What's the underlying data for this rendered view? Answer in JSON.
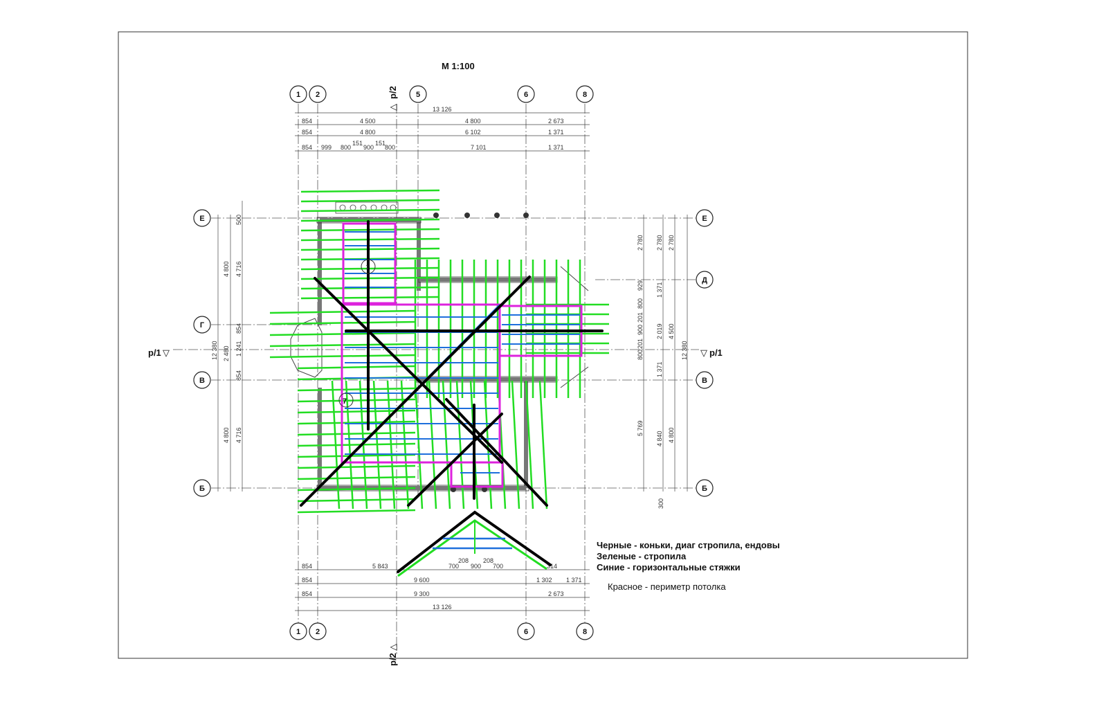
{
  "scale": "М 1:100",
  "axes_top": [
    "1",
    "2",
    "5",
    "6",
    "8"
  ],
  "axes_bottom": [
    "1",
    "2",
    "6",
    "8"
  ],
  "axes_left": [
    "Е",
    "Г",
    "В",
    "Б"
  ],
  "axes_right": [
    "Е",
    "Д",
    "В",
    "Б"
  ],
  "sections": {
    "left": "р/1",
    "right": "р/1",
    "top": "р/2",
    "bottom": "р/2"
  },
  "dims_top": {
    "row1": [
      "13 126"
    ],
    "row2": [
      "854",
      "4 500",
      "4 800",
      "2 673"
    ],
    "row3": [
      "854",
      "4 800",
      "6 102",
      "1 371"
    ],
    "row4": [
      "854",
      "999",
      "800",
      "151",
      "900",
      "151",
      "800",
      "7 101",
      "1 371"
    ]
  },
  "dims_bottom": {
    "row1": [
      "854",
      "5 843",
      "208",
      "700",
      "900",
      "208",
      "700",
      "314"
    ],
    "row2": [
      "854",
      "9 600",
      "1 302",
      "1 371"
    ],
    "row3": [
      "854",
      "9 300",
      "2 673"
    ],
    "row4": [
      "13 126"
    ]
  },
  "dims_left": {
    "outer": [
      "12 380"
    ],
    "mid": [
      "4 800",
      "2 480",
      "4 800"
    ],
    "inner": [
      "500",
      "4 716",
      "854",
      "1 241",
      "854",
      "4 716"
    ]
  },
  "dims_right": {
    "outer": [
      "12 380"
    ],
    "mid": [
      "2 780",
      "4 500",
      "4 800"
    ],
    "inner": [
      "2 780",
      "1 371",
      "2 019",
      "1 371",
      "4 840"
    ],
    "near": [
      "2 780",
      "929",
      "800",
      "201",
      "900",
      "201",
      "800",
      "5 769",
      "300"
    ]
  },
  "room_labels": [
    "1",
    "7"
  ],
  "legend": {
    "black": "Черные - коньки, диаг стропила, ендовы",
    "green": "Зеленые - стропила",
    "blue": "Синие - горизонтальные стяжки",
    "red": "Красное - периметр потолка"
  },
  "colors": {
    "black": "#000000",
    "green": "#22dd22",
    "blue": "#1e6fdc",
    "magenta": "#dd22dd"
  }
}
